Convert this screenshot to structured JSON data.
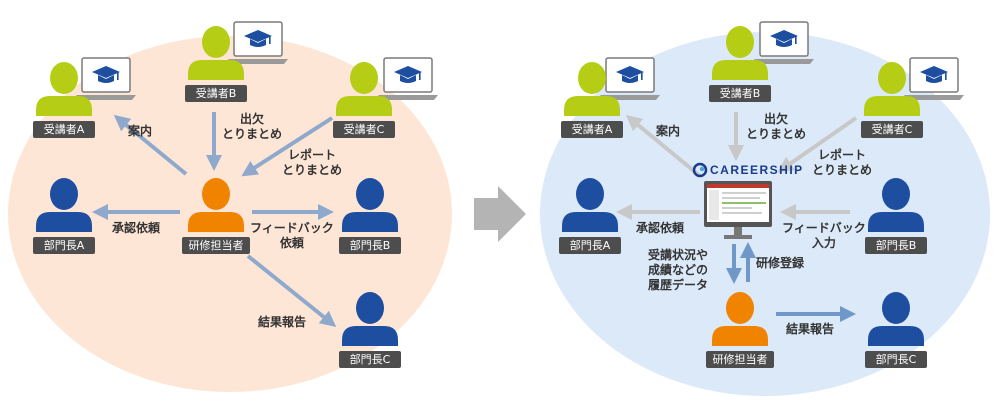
{
  "left": {
    "labels": {
      "trainee_a": "受講者A",
      "trainee_b": "受講者B",
      "trainee_c": "受講者C",
      "manager_a": "部門長A",
      "manager_b": "部門長B",
      "manager_c": "部門長C",
      "admin": "研修担当者"
    },
    "notes": {
      "guide": "案内",
      "attendance": "出欠\nとりまとめ",
      "report": "レポート\nとりまとめ",
      "approval": "承認依頼",
      "feedback": "フィードバック\n依頼",
      "result": "結果報告"
    }
  },
  "right": {
    "brand": "CAREERSHIP",
    "labels": {
      "trainee_a": "受講者A",
      "trainee_b": "受講者B",
      "trainee_c": "受講者C",
      "manager_a": "部門長A",
      "manager_b": "部門長B",
      "manager_c": "部門長C",
      "admin": "研修担当者"
    },
    "notes": {
      "guide": "案内",
      "attendance": "出欠\nとりまとめ",
      "report": "レポート\nとりまとめ",
      "approval": "承認依頼",
      "feedback": "フィードバック\n入力",
      "history": "受講状況や\n成績などの\n履歴データ",
      "registration": "研修登録",
      "result": "結果報告"
    }
  },
  "colors": {
    "left_bg": "#fde6d6",
    "right_bg": "#dbe9f8",
    "trainee": "#b5cd14",
    "manager": "#1d4ea0",
    "admin": "#f08300",
    "arrow_left": "#8fa9cc",
    "arrow_right_gray": "#c8c8c8",
    "arrow_right_blue": "#6f97c8",
    "big_arrow": "#b4b4b4",
    "label_bg": "#4d4d4d"
  }
}
